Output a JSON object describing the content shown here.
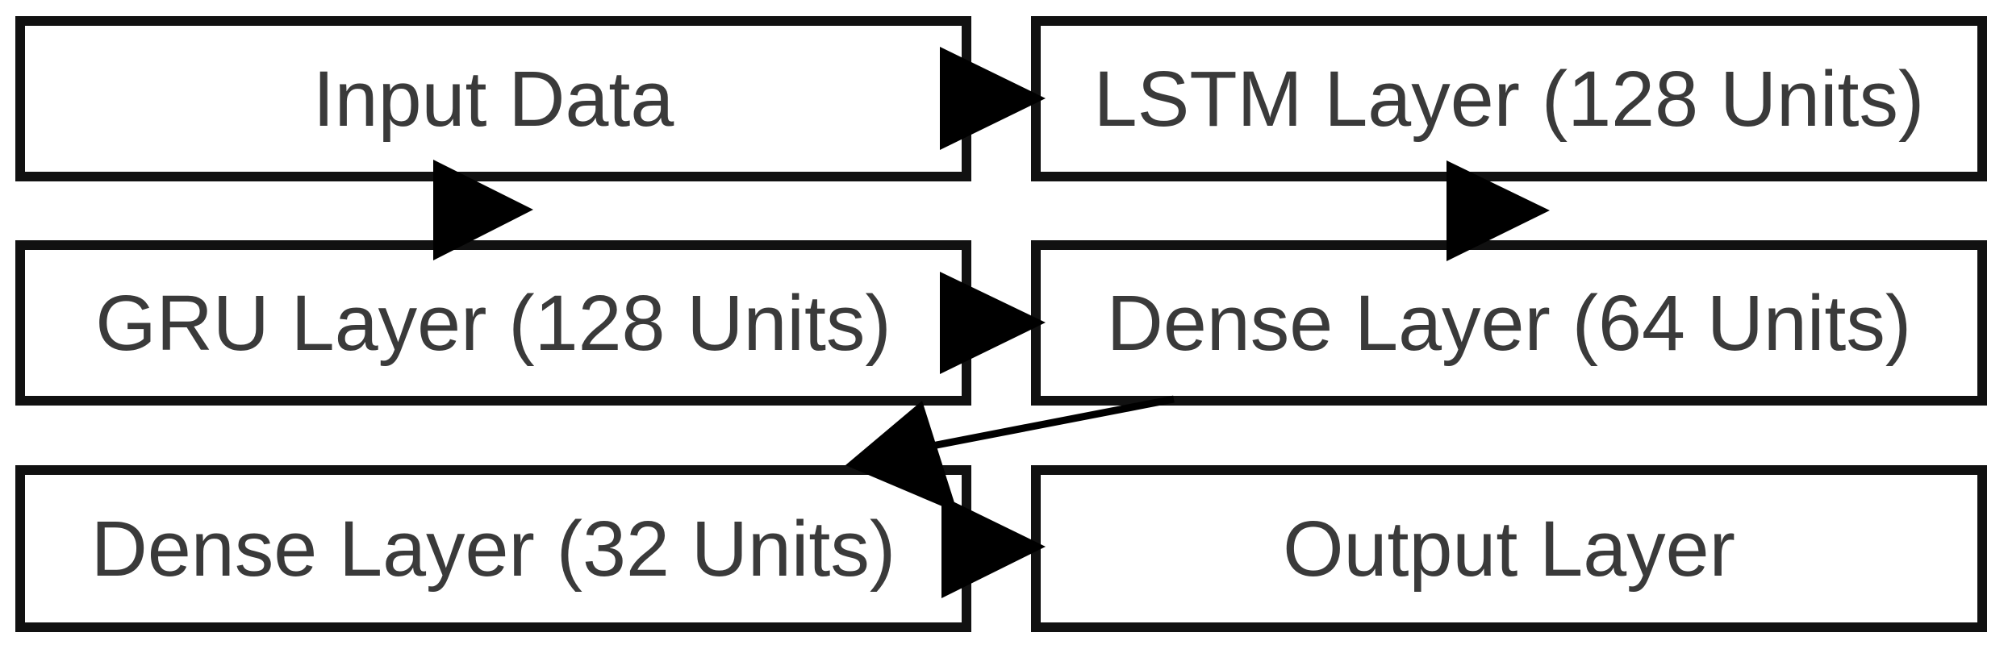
{
  "diagram": {
    "description": "Neural network architecture flowchart",
    "nodes": [
      {
        "id": "input-data",
        "label": "Input Data"
      },
      {
        "id": "lstm-layer",
        "label": "LSTM Layer (128 Units)"
      },
      {
        "id": "gru-layer",
        "label": "GRU Layer (128 Units)"
      },
      {
        "id": "dense-layer-64",
        "label": "Dense Layer (64 Units)"
      },
      {
        "id": "dense-layer-32",
        "label": "Dense Layer (32 Units)"
      },
      {
        "id": "output-layer",
        "label": "Output Layer"
      }
    ],
    "edges": [
      {
        "from": "Input Data",
        "to": "LSTM Layer (128 Units)"
      },
      {
        "from": "Input Data",
        "to": "GRU Layer (128 Units)"
      },
      {
        "from": "LSTM Layer (128 Units)",
        "to": "Dense Layer (64 Units)"
      },
      {
        "from": "GRU Layer (128 Units)",
        "to": "Dense Layer (64 Units)"
      },
      {
        "from": "Dense Layer (64 Units)",
        "to": "Dense Layer (32 Units)"
      },
      {
        "from": "Dense Layer (32 Units)",
        "to": "Output Layer"
      }
    ],
    "colors": {
      "background": "#ffffff",
      "box_fill": "#ffffff",
      "box_border": "#111111",
      "text": "#3a3a3a",
      "arrow": "#000000"
    }
  }
}
